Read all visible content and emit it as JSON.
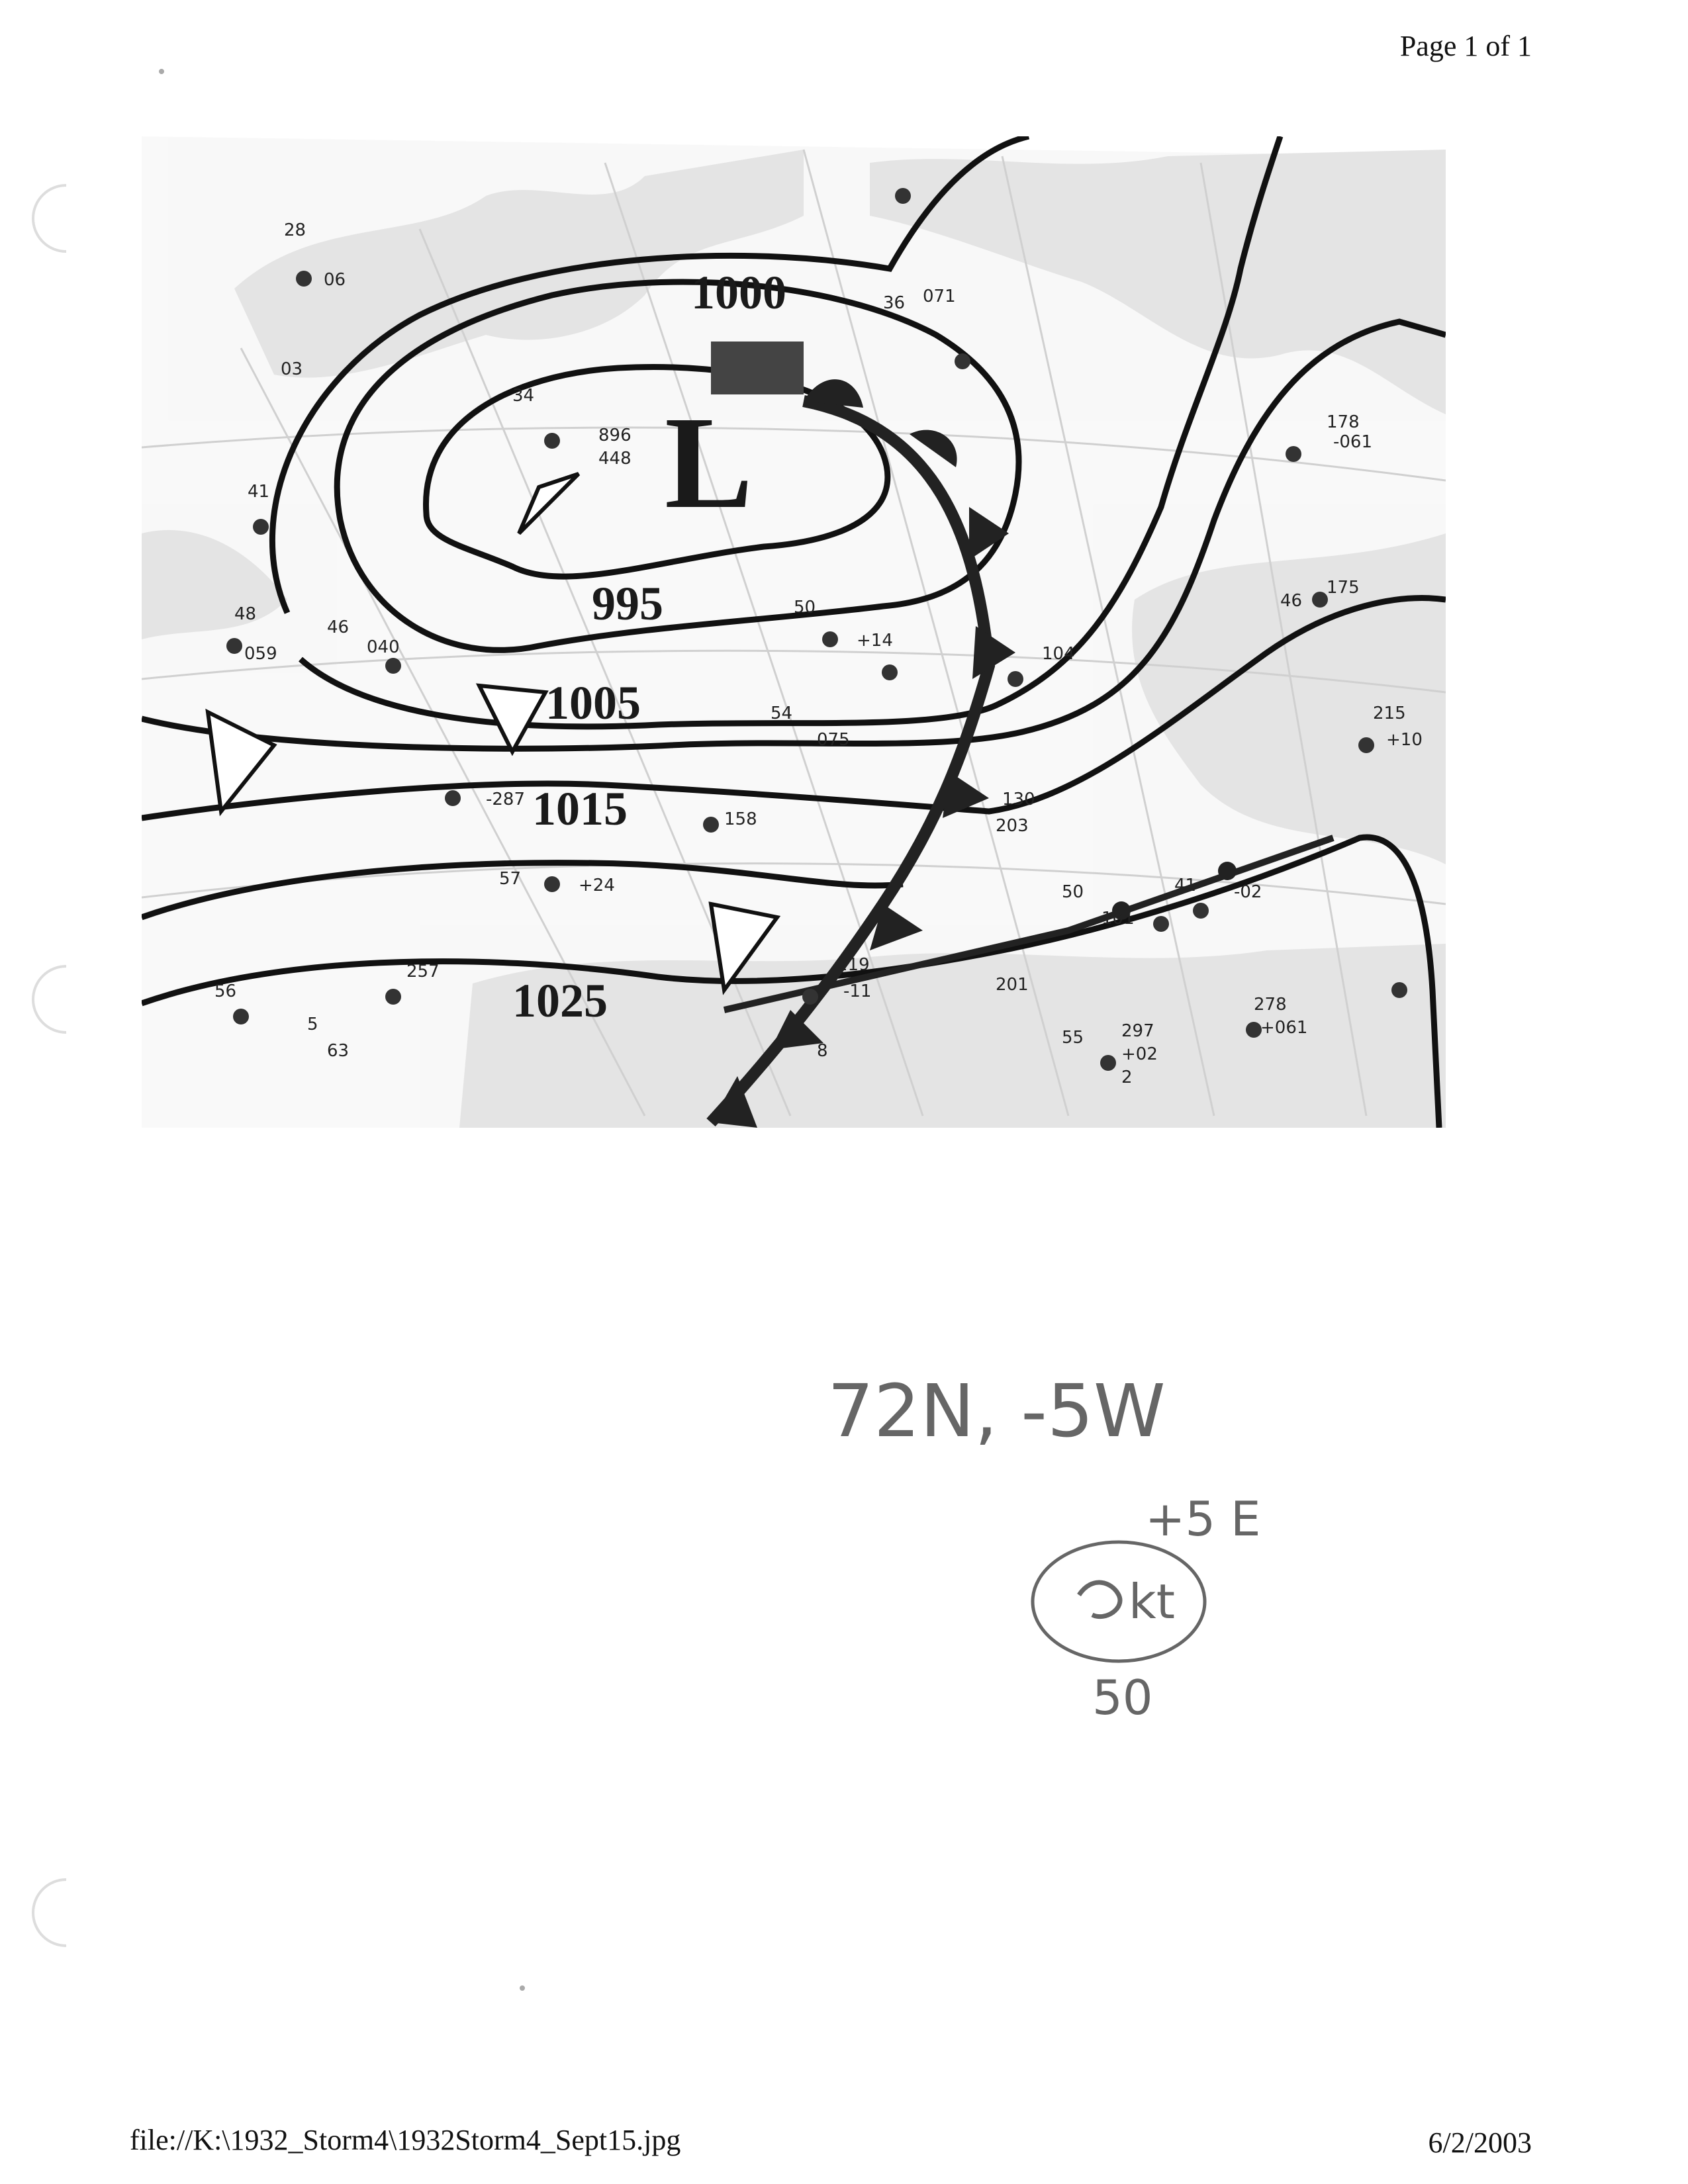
{
  "header": {
    "page_number": "Page 1 of 1"
  },
  "footer": {
    "file_path": "file://K:\\1932_Storm4\\1932Storm4_Sept15.jpg",
    "date": "6/2/2003"
  },
  "map": {
    "low_symbol": "L",
    "isobars": [
      "1000",
      "995",
      "1005",
      "1015",
      "1025"
    ],
    "station_values": [
      "28",
      "06",
      "03",
      "41",
      "48",
      "059",
      "46",
      "040",
      "34",
      "896",
      "448",
      "50",
      "+14",
      "54",
      "075",
      "158",
      "-287",
      "57",
      "+24",
      "257",
      "56",
      "63",
      "219",
      "201",
      "50",
      "101",
      "41",
      "-02",
      "178",
      "-061",
      "175",
      "46",
      "215",
      "+10",
      "55",
      "297",
      "+02",
      "278",
      "+061",
      "36",
      "071",
      "104",
      "130",
      "203",
      "-11",
      "5",
      "8",
      "2"
    ]
  },
  "annotations": {
    "coords": "72N, -5W",
    "east": "+5 E",
    "speed": "kt",
    "value": "50"
  }
}
